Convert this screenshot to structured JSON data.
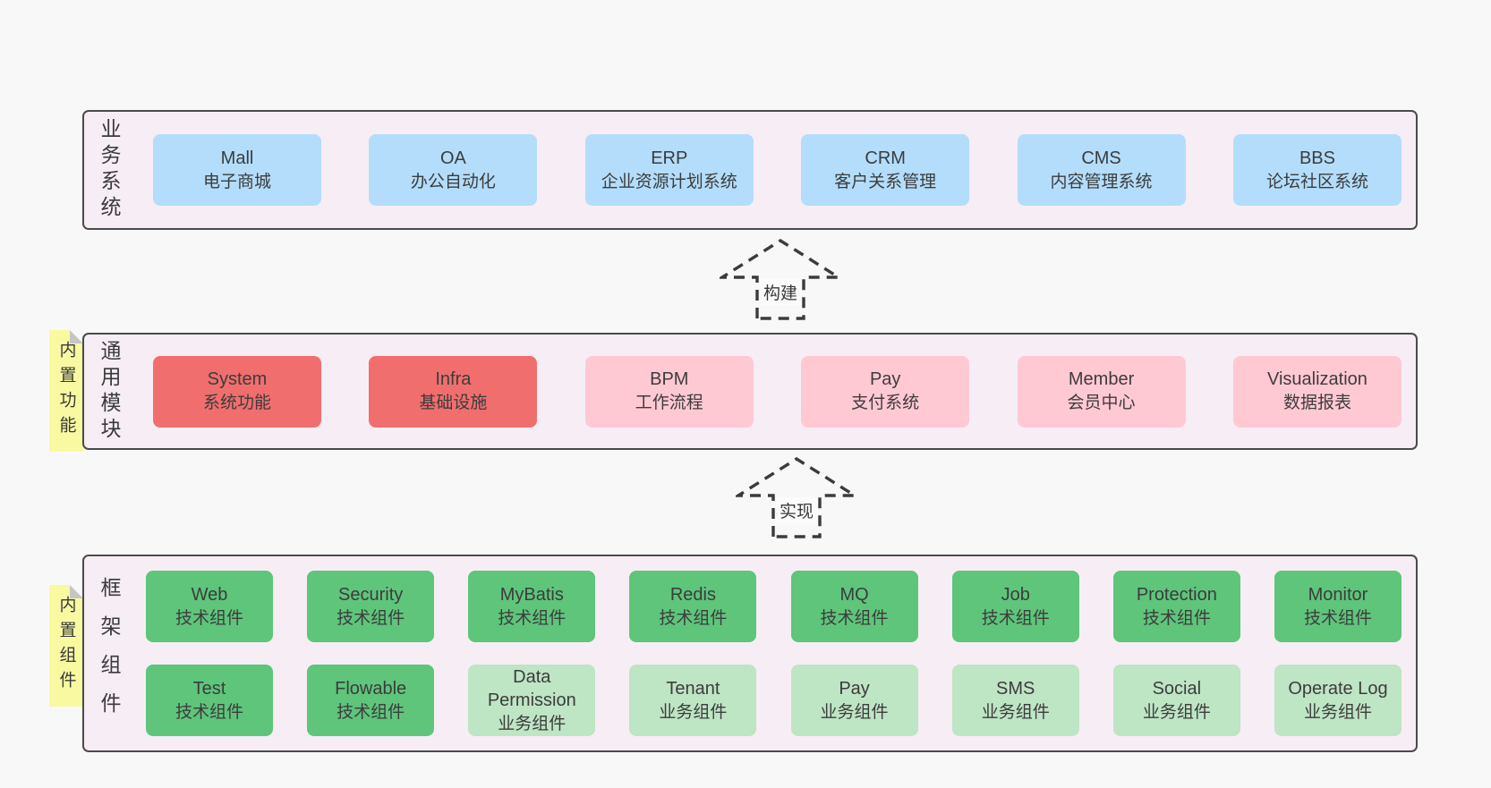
{
  "colors": {
    "page_background": "#f8f8f8",
    "panel_background": "#f7edf5",
    "panel_border": "#4a4a4a",
    "blue_box": "#b3ddfb",
    "red_box": "#f16e6e",
    "pink_box": "#ffc9d4",
    "green_box": "#5ec57b",
    "light_green_box": "#bee5c4",
    "sticky_yellow": "#f9f9a2",
    "fold_gray": "#c5c5c7",
    "text": "#3c3c3c"
  },
  "arrows": [
    {
      "label": "构建"
    },
    {
      "label": "实现"
    }
  ],
  "layers": {
    "business": {
      "label": "业务系统",
      "boxes": [
        {
          "name": "Mall",
          "desc": "电子商城"
        },
        {
          "name": "OA",
          "desc": "办公自动化"
        },
        {
          "name": "ERP",
          "desc": "企业资源计划系统"
        },
        {
          "name": "CRM",
          "desc": "客户关系管理"
        },
        {
          "name": "CMS",
          "desc": "内容管理系统"
        },
        {
          "name": "BBS",
          "desc": "论坛社区系统"
        }
      ]
    },
    "modules": {
      "label": "通用模块",
      "sticky": "内置功能",
      "boxes": [
        {
          "name": "System",
          "desc": "系统功能"
        },
        {
          "name": "Infra",
          "desc": "基础设施"
        },
        {
          "name": "BPM",
          "desc": "工作流程"
        },
        {
          "name": "Pay",
          "desc": "支付系统"
        },
        {
          "name": "Member",
          "desc": "会员中心"
        },
        {
          "name": "Visualization",
          "desc": "数据报表"
        }
      ]
    },
    "components": {
      "label": "框架组件",
      "sticky": "内置组件",
      "row1": [
        {
          "name": "Web",
          "desc": "技术组件"
        },
        {
          "name": "Security",
          "desc": "技术组件"
        },
        {
          "name": "MyBatis",
          "desc": "技术组件"
        },
        {
          "name": "Redis",
          "desc": "技术组件"
        },
        {
          "name": "MQ",
          "desc": "技术组件"
        },
        {
          "name": "Job",
          "desc": "技术组件"
        },
        {
          "name": "Protection",
          "desc": "技术组件"
        },
        {
          "name": "Monitor",
          "desc": "技术组件"
        }
      ],
      "row2": [
        {
          "name": "Test",
          "desc": "技术组件"
        },
        {
          "name": "Flowable",
          "desc": "技术组件"
        },
        {
          "name": "Data Permission",
          "desc": "业务组件"
        },
        {
          "name": "Tenant",
          "desc": "业务组件"
        },
        {
          "name": "Pay",
          "desc": "业务组件"
        },
        {
          "name": "SMS",
          "desc": "业务组件"
        },
        {
          "name": "Social",
          "desc": "业务组件"
        },
        {
          "name": "Operate Log",
          "desc": "业务组件"
        }
      ]
    }
  }
}
